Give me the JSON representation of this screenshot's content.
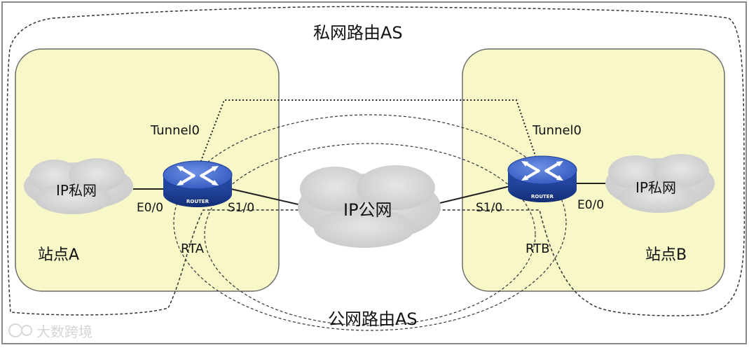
{
  "private_as_label": "私网路由AS",
  "public_as_label": "公网路由AS",
  "site_a": {
    "label": "站点A",
    "cloud_label": "IP私网",
    "router_name": "RTA",
    "tunnel_label": "Tunnel0",
    "lan_port": "E0/0",
    "wan_port": "S1/0"
  },
  "site_b": {
    "label": "站点B",
    "cloud_label": "IP私网",
    "router_name": "RTB",
    "tunnel_label": "Tunnel0",
    "lan_port": "E0/0",
    "wan_port": "S1/0"
  },
  "public_cloud_label": "IP公网",
  "router_icon_text": "ROUTER",
  "watermark": "大数跨境",
  "colors": {
    "site_fill": "#f7f7c8",
    "cloud_fill": "#d6d6d6",
    "router_top": "#4a6fd0",
    "router_side": "#1d3f9a"
  }
}
